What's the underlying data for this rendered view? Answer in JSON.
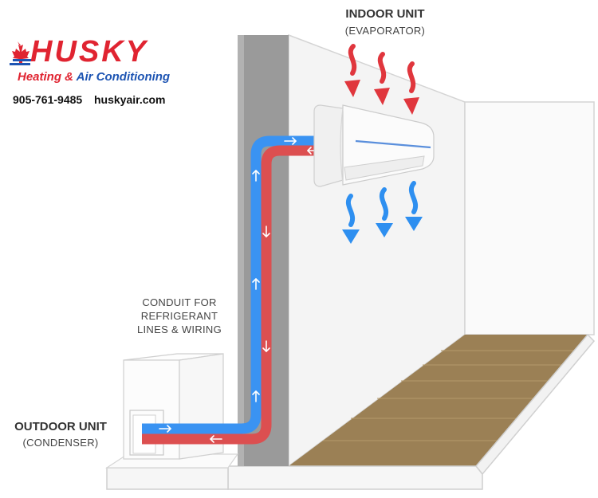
{
  "logo": {
    "brand": "HUSKY",
    "tagline_part1": "Heating & ",
    "tagline_part2": "Air Conditioning"
  },
  "contact": {
    "phone": "905-761-9485",
    "website": "huskyair.com"
  },
  "indoor_unit": {
    "title": "INDOOR UNIT",
    "subtitle": "(EVAPORATOR)"
  },
  "outdoor_unit": {
    "title": "OUTDOOR UNIT",
    "subtitle": "(CONDENSER)"
  },
  "conduit_label": {
    "line1": "CONDUIT FOR",
    "line2": "REFRIGERANT",
    "line3": "LINES & WIRING"
  },
  "colors": {
    "warm_air": "#e0363d",
    "cool_air": "#2e8ff0",
    "cold_line": "#3a93f2",
    "hot_line": "#dc4f50",
    "wall": "#9a9a9a",
    "floor": "#9b8055",
    "brand_red": "#e02431",
    "brand_blue": "#1e55b3"
  }
}
